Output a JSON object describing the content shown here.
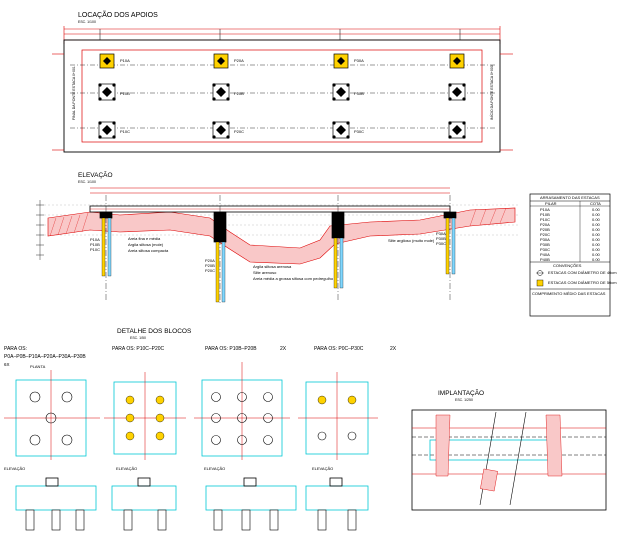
{
  "plan": {
    "title": "LOCAÇÃO DOS APOIOS",
    "scale": "ESC. 1/100",
    "left_axis_label": "FINAL DA PONTE ESTACA 0+001",
    "right_axis_label": "INÍCIO DA PONTE ESTACA 0+000",
    "support_labels": [
      "P10A",
      "P10B",
      "P10C",
      "P20A",
      "P20B",
      "P20C",
      "P30A",
      "P30B",
      "P30C"
    ]
  },
  "elevation": {
    "title": "ELEVAÇÃO",
    "scale": "ESC. 1/100",
    "pile_labels_left": [
      "P10A",
      "P10B",
      "P10C"
    ],
    "pile_labels_mid": [
      "P20A",
      "P20B",
      "P20C"
    ],
    "pile_labels_right": [
      "P30A",
      "P30B",
      "P30C"
    ],
    "soil_notes": [
      "Areia fina e média",
      "Argila siltosa (mole)",
      "Areia siltosa compacta",
      "Argila siltosa arenosa",
      "Silte arenoso",
      "Areia média a grossa siltosa com pedregulho",
      "Silte argiloso (muito mole)"
    ]
  },
  "table": {
    "title": "ARRASAMENTO DAS ESTACAS",
    "col_headers": [
      "PILAR",
      "COTA"
    ],
    "rows": [
      [
        "P10A",
        "0.00"
      ],
      [
        "P10B",
        "0.00"
      ],
      [
        "P10C",
        "0.00"
      ],
      [
        "P20A",
        "0.00"
      ],
      [
        "P20B",
        "0.00"
      ],
      [
        "P20C",
        "0.00"
      ],
      [
        "P30A",
        "0.00"
      ],
      [
        "P30B",
        "0.00"
      ],
      [
        "P30C",
        "0.00"
      ],
      [
        "P40A",
        "0.00"
      ],
      [
        "P40B",
        "0.00"
      ]
    ],
    "legend_title": "CONVENÇÕES",
    "legend_1": "ESTACAS COM DIÂMETRO DE 40cm",
    "legend_2": "ESTACAS COM DIÂMETRO DE 50cm",
    "note_title": "COMPRIMENTO MÉDIO DAS ESTACAS"
  },
  "blocks": {
    "title": "DETALHE DOS BLOCOS",
    "scale": "ESC. 1/50",
    "group1_title": "PARA OS:",
    "group1_list": "P0A–P0B–P10A–P20A–P30A–P30B",
    "group1_qty": "6X",
    "group2_title": "PARA OS: P10C–P20C",
    "group3_title": "PARA OS: P10B–P20B",
    "group3_qty": "2X",
    "group4_title": "PARA OS: P0C–P30C",
    "group4_qty": "2X",
    "planta_label": "PLANTA",
    "elevacao_label": "ELEVAÇÃO"
  },
  "implantacao": {
    "title": "IMPLANTAÇÃO",
    "scale": "ESC. 1/250"
  }
}
